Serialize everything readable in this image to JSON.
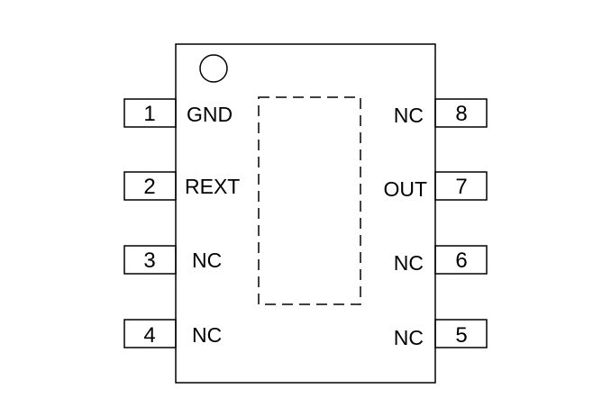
{
  "package": {
    "left_pins": [
      {
        "number": "1",
        "label": "GND"
      },
      {
        "number": "2",
        "label": "REXT"
      },
      {
        "number": "3",
        "label": "NC"
      },
      {
        "number": "4",
        "label": "NC"
      }
    ],
    "right_pins": [
      {
        "number": "8",
        "label": "NC"
      },
      {
        "number": "7",
        "label": "OUT"
      },
      {
        "number": "6",
        "label": "NC"
      },
      {
        "number": "5",
        "label": "NC"
      }
    ]
  }
}
